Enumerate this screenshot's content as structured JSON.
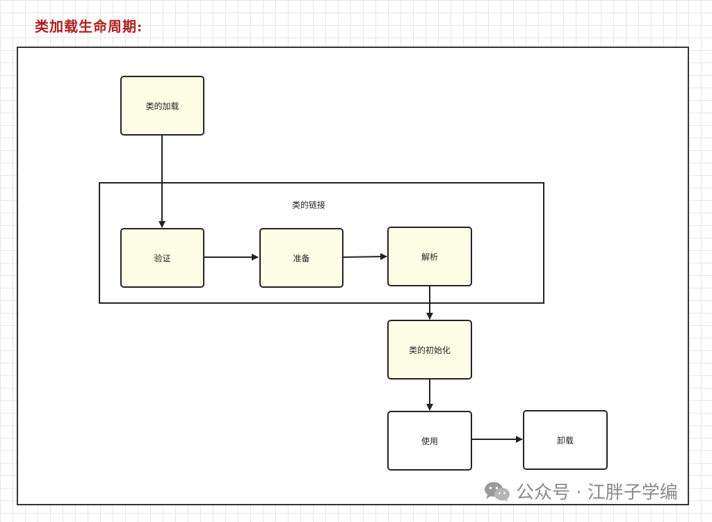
{
  "title": "类加载生命周期:",
  "group": {
    "label": "类的链接"
  },
  "nodes": {
    "load": "类的加载",
    "verify": "验证",
    "prepare": "准备",
    "resolve": "解析",
    "init": "类的初始化",
    "use": "使用",
    "unload": "卸载"
  },
  "watermark": {
    "text": "公众号 · 江胖子学编",
    "icon": "wechat-icon"
  }
}
